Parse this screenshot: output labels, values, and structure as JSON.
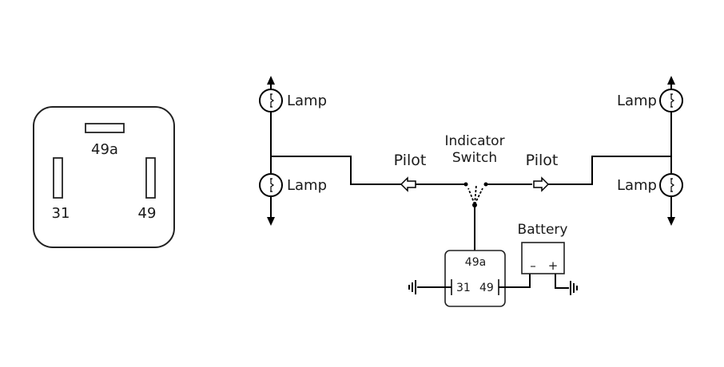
{
  "relay_pinout": {
    "pins": {
      "top": "49a",
      "left": "31",
      "right": "49"
    }
  },
  "circuit": {
    "lamp_label": "Lamp",
    "lamps": [
      "Lamp",
      "Lamp",
      "Lamp",
      "Lamp"
    ],
    "pilot_left": "Pilot",
    "pilot_right": "Pilot",
    "switch_line1": "Indicator",
    "switch_line2": "Switch",
    "battery": "Battery",
    "battery_minus": "–",
    "battery_plus": "+",
    "relay_pins": {
      "top": "49a",
      "left": "31",
      "right": "49"
    }
  },
  "icons": [
    "lamp-icon",
    "ground-icon",
    "arrow-icon",
    "battery-icon",
    "relay-icon"
  ],
  "colors": {
    "line": "#000000",
    "box": "#1a1a1a",
    "text": "#1a1a1a"
  }
}
